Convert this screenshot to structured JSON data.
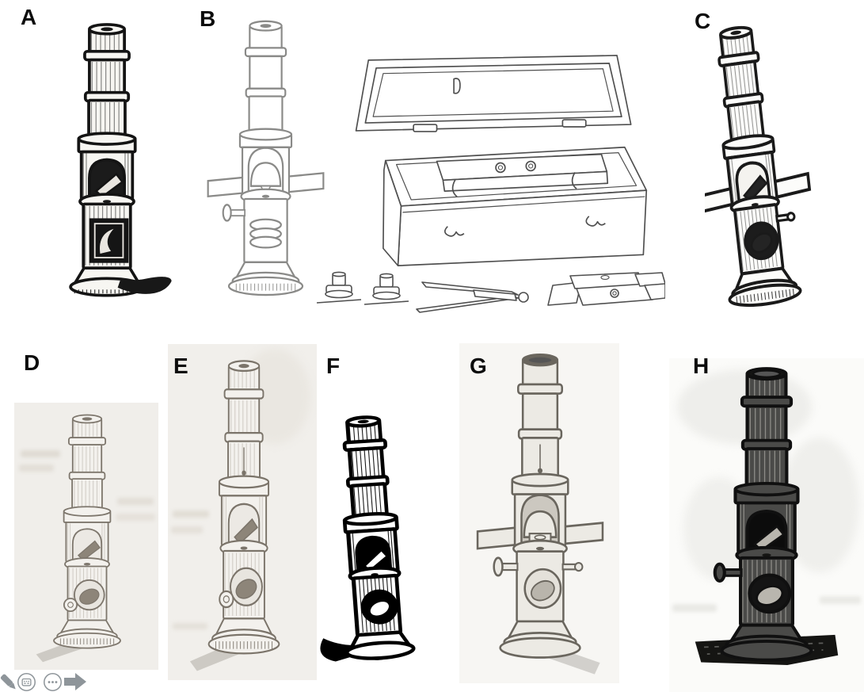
{
  "figure": {
    "type": "multi-panel historical illustration figure",
    "panel_count": 8
  },
  "panels": [
    {
      "id": "A",
      "label": "A",
      "content": "dark engraving of a drum microscope"
    },
    {
      "id": "B",
      "label": "B",
      "content": "line drawing of a drum microscope with open wooden storage case, two objective lenses, forceps and glass slides"
    },
    {
      "id": "C",
      "label": "C",
      "content": "bold tilted engraving of a drum microscope with stage slide"
    },
    {
      "id": "D",
      "label": "D",
      "content": "light engraving of a drum microscope on scanned page background"
    },
    {
      "id": "E",
      "label": "E",
      "content": "light engraving of a drum microscope, larger, on scanned page background"
    },
    {
      "id": "F",
      "label": "F",
      "content": "rough black bitmap engraving of a small drum microscope with shadow"
    },
    {
      "id": "G",
      "label": "G",
      "content": "shaded engraving of a drum microscope with stage slide, focus knob and mirror"
    },
    {
      "id": "H",
      "label": "H",
      "content": "dark engraving of a telescoping drum microscope on hatched ground"
    }
  ],
  "toolbar": {
    "icons": [
      {
        "name": "pen-icon"
      },
      {
        "name": "subtitles-icon"
      },
      {
        "name": "more-options-icon"
      },
      {
        "name": "next-arrow-icon"
      }
    ]
  },
  "colors": {
    "page_background": "#ffffff",
    "label_text": "#0c0c0c",
    "toolbar_icon_gray": "#8e959a",
    "panel_d_background": "#f0eeea",
    "panel_e_background": "#f1efeb",
    "panel_g_background": "#f7f6f3",
    "panel_h_background": "#fbfbf9",
    "engraving_ink": "#141414",
    "light_sketch_ink": "#8a8a88"
  }
}
